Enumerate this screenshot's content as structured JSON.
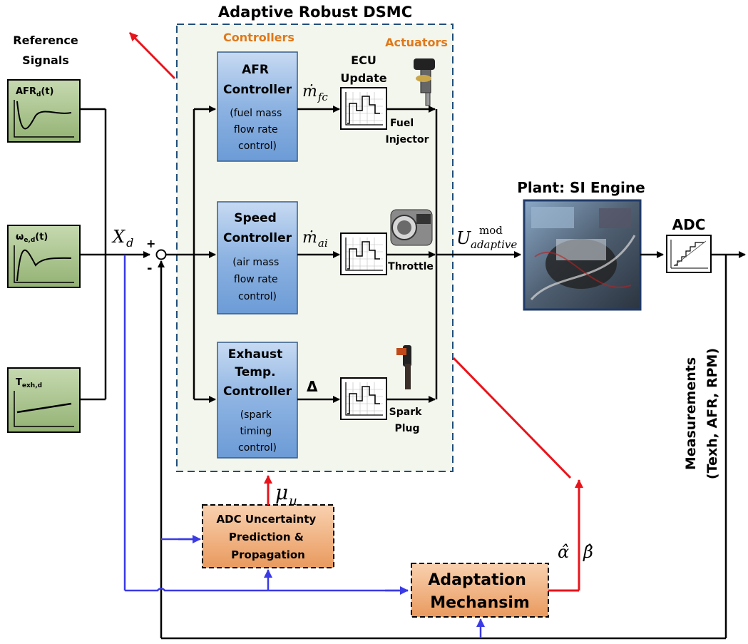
{
  "diagram": {
    "title": "Adaptive Robust DSMC",
    "group_labels": {
      "controllers": "Controllers",
      "actuators": "Actuators"
    },
    "reference": {
      "heading_line1": "Reference",
      "heading_line2": "Signals",
      "signals": [
        {
          "label_main": "AFR",
          "label_sub": "d",
          "label_tail": "(t)"
        },
        {
          "label_main": "ω",
          "label_sub": "e,d",
          "label_tail": "(t)"
        },
        {
          "label_main": "T",
          "label_sub": "exh,d",
          "label_tail": ""
        }
      ]
    },
    "controllers": [
      {
        "title_lines": [
          "AFR",
          "Controller"
        ],
        "desc_lines": [
          "(fuel mass",
          "flow rate",
          "control)"
        ]
      },
      {
        "title_lines": [
          "Speed",
          "Controller"
        ],
        "desc_lines": [
          "(air mass",
          "flow rate",
          "control)"
        ]
      },
      {
        "title_lines": [
          "Exhaust",
          "Temp.",
          "Controller"
        ],
        "desc_lines": [
          "(spark",
          "timing",
          "control)"
        ]
      }
    ],
    "signals": {
      "xd_main": "X",
      "xd_sub": "d",
      "plus": "+",
      "minus": "-",
      "mfc_main": "ṁ",
      "mfc_sub": "fc",
      "mai_main": "ṁ",
      "mai_sub": "ai",
      "delta": "Δ",
      "u_main": "U",
      "u_sup": "mod",
      "u_sub": "adaptive",
      "mu_main": "μ",
      "mu_sub": "u",
      "alpha": "α̂",
      "beta": "β̂"
    },
    "ecu": {
      "line1": "ECU",
      "line2": "Update"
    },
    "actuators": [
      {
        "lines": [
          "Fuel",
          "Injector"
        ]
      },
      {
        "lines": [
          "Throttle"
        ]
      },
      {
        "lines": [
          "Spark",
          "Plug"
        ]
      }
    ],
    "plant": {
      "label": "Plant: SI Engine"
    },
    "adc": {
      "label": "ADC"
    },
    "measurements": {
      "line1": "Measurements",
      "line2": "(Texh, AFR, RPM)"
    },
    "uncertainty_block": {
      "lines": [
        "ADC Uncertainty",
        "Prediction &",
        "Propagation"
      ]
    },
    "adaptation_block": {
      "lines": [
        "Adaptation",
        "Mechansim"
      ]
    }
  },
  "colors": {
    "ref_block": "#A9C48F",
    "controller_block": "#8DB3E2",
    "orange_block": "#F4B183",
    "dsmc_bg": "#F3F6EC",
    "dsmc_border": "#1F4E79",
    "red_line": "#E8141B",
    "blue_line": "#3A3AE6",
    "orange_text": "#E0781A"
  }
}
